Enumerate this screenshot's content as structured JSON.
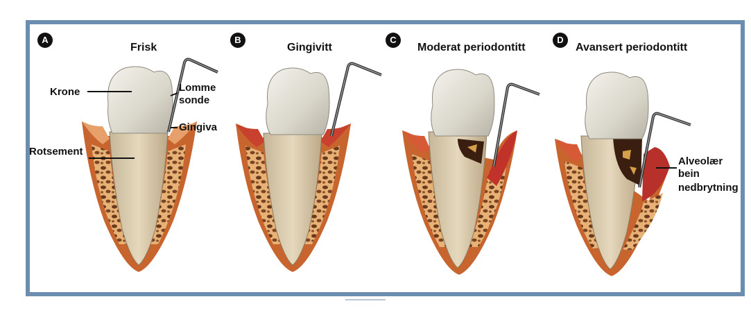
{
  "panels": [
    {
      "letter": "A",
      "title": "Frisk"
    },
    {
      "letter": "B",
      "title": "Gingivitt"
    },
    {
      "letter": "C",
      "title": "Moderat periodontitt"
    },
    {
      "letter": "D",
      "title": "Avansert periodontitt"
    }
  ],
  "labels": {
    "krone": "Krone",
    "rotsement": "Rotsement",
    "lomme": "Lomme",
    "sonde": "sonde",
    "gingiva": "Gingiva",
    "alveolar": "Alveolær",
    "bein": "bein",
    "nedbrytning": "nedbrytning"
  },
  "colors": {
    "frame": "#6b8eb0",
    "bone": "#c8642e",
    "gum_healthy": "#e7a06a",
    "gum_inflamed": "#c83a2a",
    "crown": "#e9e6dc",
    "probe": "#555555"
  }
}
